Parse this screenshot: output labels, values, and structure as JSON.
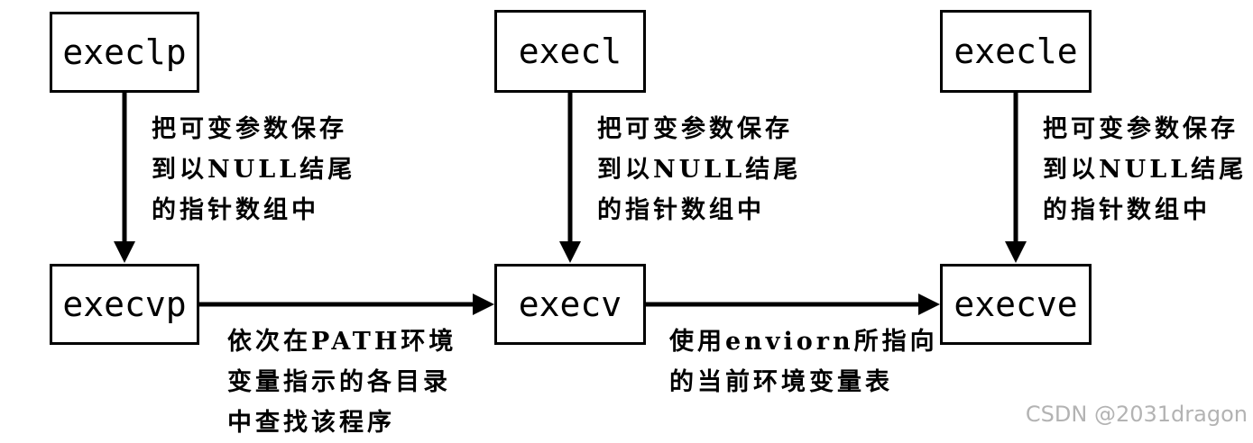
{
  "nodes": {
    "execlp": "execlp",
    "execl": "execl",
    "execle": "execle",
    "execvp": "execvp",
    "execv": "execv",
    "execve": "execve"
  },
  "notes": {
    "vertical_left": [
      "把可变参数保存",
      "到以NULL结尾",
      "的指针数组中"
    ],
    "vertical_middle": [
      "把可变参数保存",
      "到以NULL结尾",
      "的指针数组中"
    ],
    "vertical_right": [
      "把可变参数保存",
      "到以NULL结尾",
      "的指针数组中"
    ],
    "horizontal_left": [
      "依次在PATH环境",
      "变量指示的各目录",
      "中查找该程序"
    ],
    "horizontal_right": [
      "使用enviorn所指向",
      "的当前环境变量表"
    ]
  },
  "watermark": "CSDN @2031dragon"
}
